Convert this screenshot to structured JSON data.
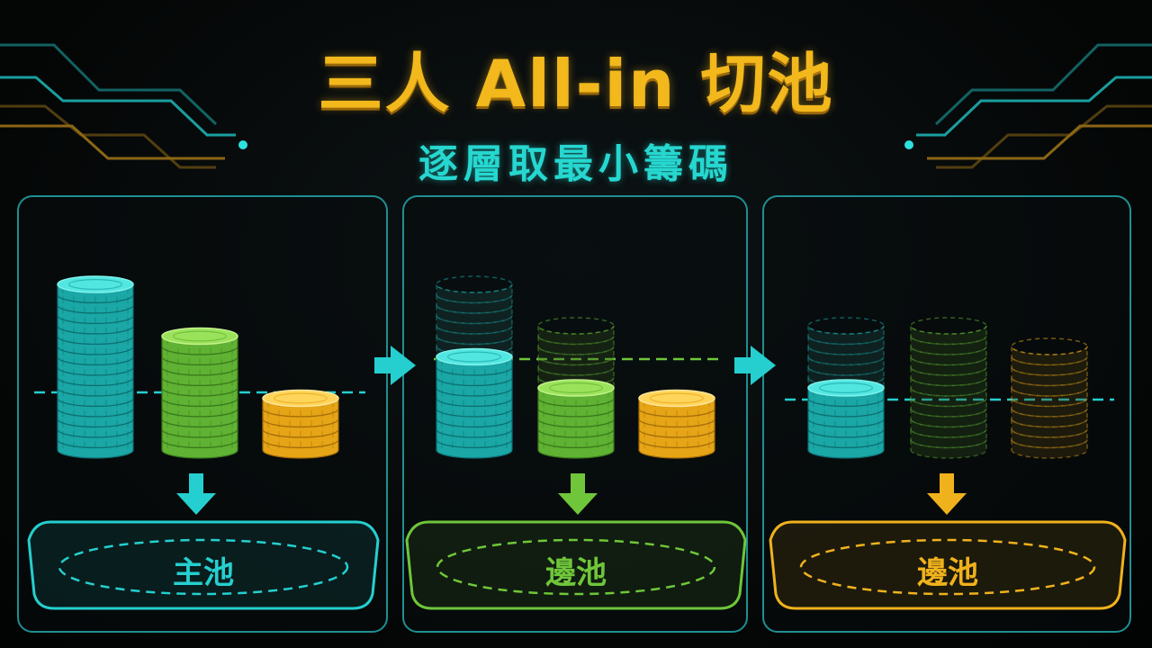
{
  "header": {
    "title": "三人 All-in 切池",
    "subtitle": "逐層取最小籌碼"
  },
  "colors": {
    "cyan": "#22c8c8",
    "green": "#6fc63a",
    "gold": "#f0b21c",
    "title_gold": "#f2b81c",
    "subtitle_cyan": "#26d7d0"
  },
  "panels": [
    {
      "pot_label": "主池",
      "pot_color": "cyan",
      "stacks": [
        {
          "color": "cyan",
          "chips": 16,
          "state": "solid"
        },
        {
          "color": "green",
          "chips": 11,
          "state": "solid"
        },
        {
          "color": "gold",
          "chips": 5,
          "state": "solid"
        }
      ]
    },
    {
      "pot_label": "邊池",
      "pot_color": "green",
      "stacks": [
        {
          "color": "cyan",
          "chips": 9,
          "ghost_chips": 7,
          "state": "partial"
        },
        {
          "color": "green",
          "chips": 6,
          "ghost_chips": 6,
          "state": "partial"
        },
        {
          "color": "gold",
          "chips": 5,
          "state": "solid"
        }
      ]
    },
    {
      "pot_label": "邊池",
      "pot_color": "gold",
      "stacks": [
        {
          "color": "cyan",
          "chips": 6,
          "ghost_chips": 6,
          "state": "partial"
        },
        {
          "color": "green",
          "chips": 0,
          "ghost_chips": 12,
          "state": "ghost"
        },
        {
          "color": "gold",
          "chips": 0,
          "ghost_chips": 10,
          "state": "ghost"
        }
      ]
    }
  ],
  "icons": {
    "down_arrow": "down-arrow-icon",
    "right_arrow": "right-arrow-icon",
    "circuit": "circuit-trace-decoration"
  }
}
